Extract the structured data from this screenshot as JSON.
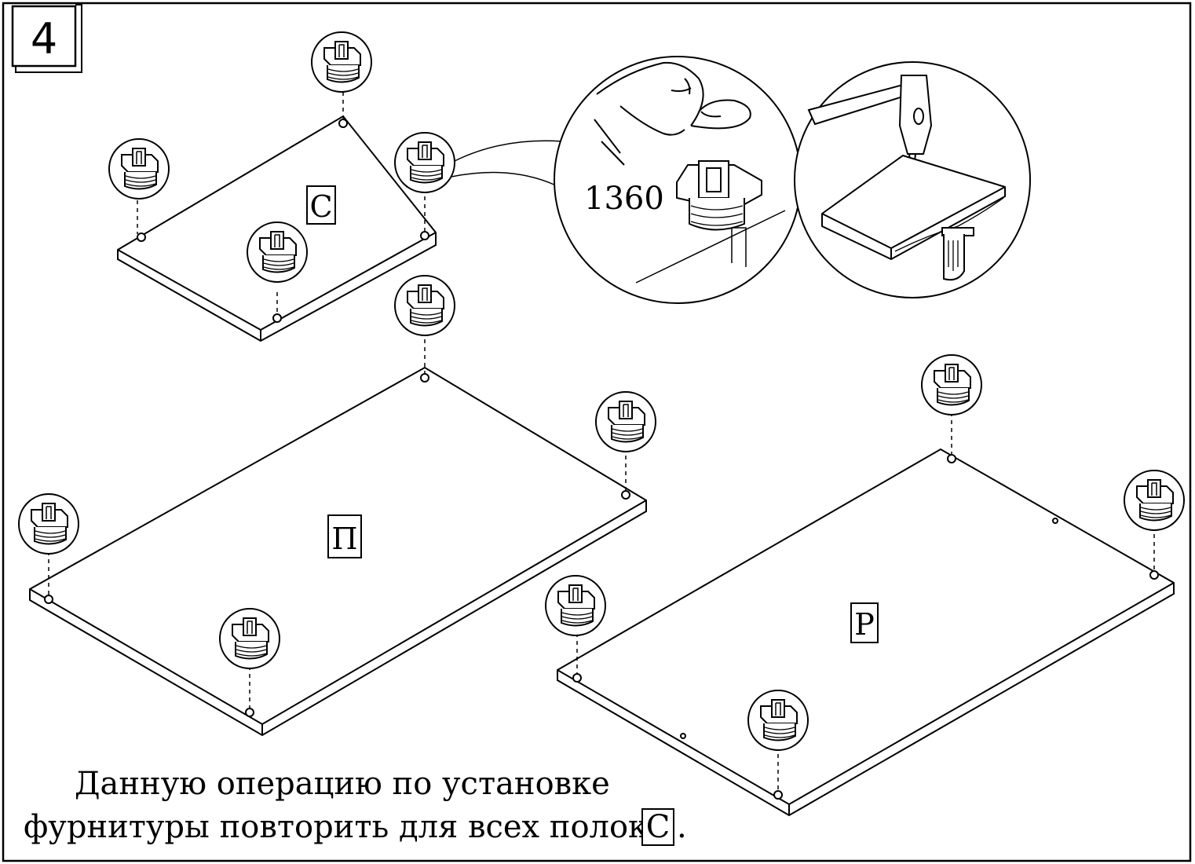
{
  "step": {
    "number": "4"
  },
  "panels": {
    "c": {
      "label": "С"
    },
    "p": {
      "label": "П"
    },
    "r": {
      "label": "Р"
    }
  },
  "detail": {
    "part_code": "1360"
  },
  "instruction": {
    "line1": "Данную операцию по установке",
    "line2_prefix": "фурнитуры повторить для всех полок",
    "line2_label": "С",
    "line2_suffix": "."
  },
  "icons": {
    "fitting": "cam-lock-fitting-icon",
    "hammer": "hammer-icon",
    "finger": "finger-press-icon"
  },
  "colors": {
    "line": "#000000",
    "background": "#ffffff"
  }
}
